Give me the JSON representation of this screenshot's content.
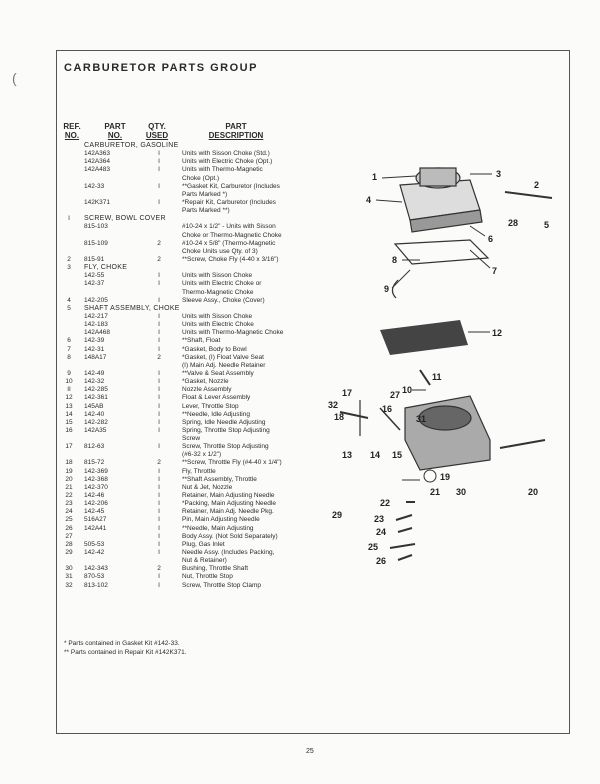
{
  "title": "CARBURETOR PARTS GROUP",
  "headers": {
    "ref": [
      "REF.",
      "NO."
    ],
    "part": [
      "PART",
      "NO."
    ],
    "qty": [
      "QTY.",
      "USED"
    ],
    "desc": [
      "PART",
      "DESCRIPTION"
    ]
  },
  "rows": [
    {
      "ref": "",
      "part": "CARBURETOR, GASOLINE",
      "qty": "",
      "desc": "",
      "group": true
    },
    {
      "ref": "",
      "part": "142A363",
      "qty": "I",
      "desc": "Units with Sisson Choke (Std.)"
    },
    {
      "ref": "",
      "part": "142A364",
      "qty": "I",
      "desc": "Units with Electric Choke (Opt.)"
    },
    {
      "ref": "",
      "part": "142A483",
      "qty": "I",
      "desc": "Units with Thermo-Magnetic"
    },
    {
      "ref": "",
      "part": "",
      "qty": "",
      "desc": "Choke (Opt.)"
    },
    {
      "ref": "",
      "part": "142-33",
      "qty": "I",
      "desc": "**Gasket Kit, Carburetor (Includes"
    },
    {
      "ref": "",
      "part": "",
      "qty": "",
      "desc": "Parts Marked *)"
    },
    {
      "ref": "",
      "part": "142K371",
      "qty": "I",
      "desc": "*Repair Kit, Carburetor (Includes"
    },
    {
      "ref": "",
      "part": "",
      "qty": "",
      "desc": "Parts Marked **)"
    },
    {
      "ref": "I",
      "part": "SCREW, BOWL COVER",
      "qty": "",
      "desc": "",
      "group": true
    },
    {
      "ref": "",
      "part": "815-103",
      "qty": "",
      "desc": "#10-24 x 1/2\" - Units with Sisson"
    },
    {
      "ref": "",
      "part": "",
      "qty": "",
      "desc": "Choke or Thermo-Magnetic Choke"
    },
    {
      "ref": "",
      "part": "815-109",
      "qty": "2",
      "desc": "#10-24 x 5/8\" (Thermo-Magnetic"
    },
    {
      "ref": "",
      "part": "",
      "qty": "",
      "desc": "Choke Units use Qty. of 3)"
    },
    {
      "ref": "2",
      "part": "815-91",
      "qty": "2",
      "desc": "**Screw, Choke Fly (4-40 x 3/16\")"
    },
    {
      "ref": "3",
      "part": "FLY, CHOKE",
      "qty": "",
      "desc": "",
      "group": true
    },
    {
      "ref": "",
      "part": "142-55",
      "qty": "I",
      "desc": "Units with Sisson Choke"
    },
    {
      "ref": "",
      "part": "142-37",
      "qty": "I",
      "desc": "Units with Electric Choke or"
    },
    {
      "ref": "",
      "part": "",
      "qty": "",
      "desc": "Thermo-Magnetic Choke"
    },
    {
      "ref": "4",
      "part": "142-205",
      "qty": "I",
      "desc": "Sleeve Assy., Choke (Cover)"
    },
    {
      "ref": "5",
      "part": "SHAFT ASSEMBLY, CHOKE",
      "qty": "",
      "desc": "",
      "group": true
    },
    {
      "ref": "",
      "part": "142-217",
      "qty": "I",
      "desc": "Units with Sisson Choke"
    },
    {
      "ref": "",
      "part": "142-183",
      "qty": "I",
      "desc": "Units with Electric Choke"
    },
    {
      "ref": "",
      "part": "142A468",
      "qty": "I",
      "desc": "Units with Thermo-Magnetic Choke"
    },
    {
      "ref": "6",
      "part": "142-39",
      "qty": "I",
      "desc": "**Shaft, Float"
    },
    {
      "ref": "7",
      "part": "142-31",
      "qty": "I",
      "desc": "*Gasket, Body to Bowl"
    },
    {
      "ref": "8",
      "part": "148A17",
      "qty": "2",
      "desc": "*Gasket, (I) Float Valve Seat"
    },
    {
      "ref": "",
      "part": "",
      "qty": "",
      "desc": "(I) Main Adj. Needle Retainer"
    },
    {
      "ref": "9",
      "part": "142-49",
      "qty": "I",
      "desc": "**Valve & Seat Assembly"
    },
    {
      "ref": "10",
      "part": "142-32",
      "qty": "I",
      "desc": "*Gasket, Nozzle"
    },
    {
      "ref": "II",
      "part": "142-285",
      "qty": "I",
      "desc": "Nozzle Assembly"
    },
    {
      "ref": "12",
      "part": "142-361",
      "qty": "I",
      "desc": "Float & Lever Assembly"
    },
    {
      "ref": "13",
      "part": "145AB",
      "qty": "I",
      "desc": "Lever, Throttle Stop"
    },
    {
      "ref": "14",
      "part": "142-40",
      "qty": "I",
      "desc": "**Needle, Idle Adjusting"
    },
    {
      "ref": "15",
      "part": "142-282",
      "qty": "I",
      "desc": "Spring, Idle Needle Adjusting"
    },
    {
      "ref": "16",
      "part": "142A35",
      "qty": "I",
      "desc": "Spring, Throttle Stop Adjusting"
    },
    {
      "ref": "",
      "part": "",
      "qty": "",
      "desc": "Screw"
    },
    {
      "ref": "17",
      "part": "812-63",
      "qty": "I",
      "desc": "Screw, Throttle Stop Adjusting"
    },
    {
      "ref": "",
      "part": "",
      "qty": "",
      "desc": "(#6-32 x 1/2\")"
    },
    {
      "ref": "18",
      "part": "815-72",
      "qty": "2",
      "desc": "**Screw, Throttle Fly (#4-40 x 1/4\")"
    },
    {
      "ref": "19",
      "part": "142-369",
      "qty": "I",
      "desc": "Fly, Throttle"
    },
    {
      "ref": "20",
      "part": "142-368",
      "qty": "I",
      "desc": "**Shaft Assembly, Throttle"
    },
    {
      "ref": "21",
      "part": "142-370",
      "qty": "I",
      "desc": "Nut & Jet, Nozzle"
    },
    {
      "ref": "22",
      "part": "142-46",
      "qty": "I",
      "desc": "Retainer, Main Adjusting Needle"
    },
    {
      "ref": "23",
      "part": "142-206",
      "qty": "I",
      "desc": "*Packing, Main Adjusting Needle"
    },
    {
      "ref": "24",
      "part": "142-45",
      "qty": "I",
      "desc": "Retainer, Main Adj. Needle Pkg."
    },
    {
      "ref": "25",
      "part": "516A27",
      "qty": "I",
      "desc": "Pin, Main Adjusting Needle"
    },
    {
      "ref": "26",
      "part": "142A41",
      "qty": "I",
      "desc": "**Needle, Main Adjusting"
    },
    {
      "ref": "27",
      "part": "",
      "qty": "I",
      "desc": "Body Assy. (Not Sold Separately)"
    },
    {
      "ref": "28",
      "part": "505-53",
      "qty": "I",
      "desc": "Plug, Gas Inlet"
    },
    {
      "ref": "29",
      "part": "142-42",
      "qty": "I",
      "desc": "Needle Assy. (Includes Packing,"
    },
    {
      "ref": "",
      "part": "",
      "qty": "",
      "desc": "Nut & Retainer)"
    },
    {
      "ref": "30",
      "part": "142-343",
      "qty": "2",
      "desc": "Bushing, Throttle Shaft"
    },
    {
      "ref": "31",
      "part": "870-53",
      "qty": "I",
      "desc": "Nut, Throttle Stop"
    },
    {
      "ref": "32",
      "part": "813-102",
      "qty": "I",
      "desc": "Screw, Throttle Stop Clamp"
    }
  ],
  "footnotes": [
    "* Parts contained in Gasket Kit #142-33.",
    "** Parts contained in Repair Kit #142K371."
  ],
  "page_number": "25",
  "callouts": [
    "1",
    "2",
    "3",
    "4",
    "5",
    "6",
    "7",
    "8",
    "9",
    "10",
    "11",
    "12",
    "13",
    "14",
    "15",
    "16",
    "17",
    "18",
    "19",
    "20",
    "21",
    "22",
    "23",
    "24",
    "25",
    "26",
    "27",
    "28",
    "29",
    "30",
    "31",
    "32"
  ]
}
